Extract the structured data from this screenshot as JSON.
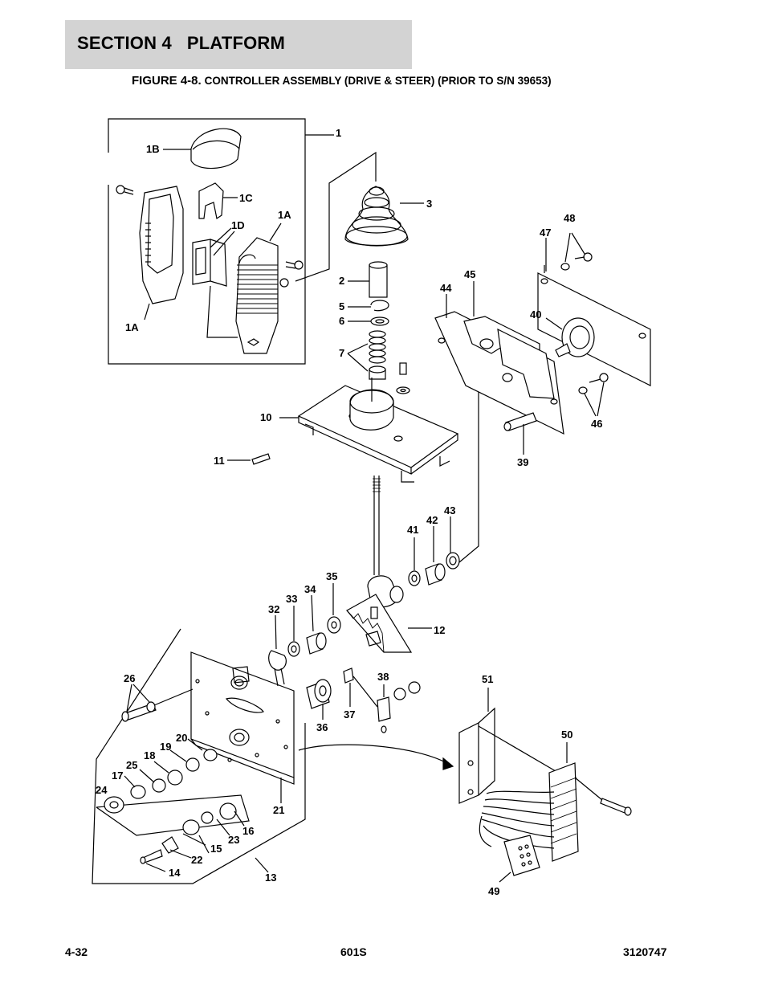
{
  "header": {
    "section_title": "SECTION 4   PLATFORM",
    "figure_number": "FIGURE 4-8.",
    "figure_title": "CONTROLLER ASSEMBLY (DRIVE & STEER) (PRIOR TO S/N 39653)"
  },
  "callouts": {
    "c1": "1",
    "c1a_top": "1A",
    "c1a_bottom": "1A",
    "c1b": "1B",
    "c1c": "1C",
    "c1d": "1D",
    "c2": "2",
    "c3": "3",
    "c5": "5",
    "c6": "6",
    "c7": "7",
    "c10": "10",
    "c11": "11",
    "c12": "12",
    "c13": "13",
    "c14": "14",
    "c15": "15",
    "c16": "16",
    "c17": "17",
    "c18": "18",
    "c19": "19",
    "c20": "20",
    "c21": "21",
    "c22": "22",
    "c23": "23",
    "c24": "24",
    "c25": "25",
    "c26": "26",
    "c32": "32",
    "c33": "33",
    "c34": "34",
    "c35": "35",
    "c36": "36",
    "c37": "37",
    "c38": "38",
    "c39": "39",
    "c40": "40",
    "c41": "41",
    "c42": "42",
    "c43": "43",
    "c44": "44",
    "c45": "45",
    "c46": "46",
    "c47": "47",
    "c48": "48",
    "c49": "49",
    "c50": "50",
    "c51": "51"
  },
  "footer": {
    "page_number": "4-32",
    "model": "601S",
    "manual_number": "3120747"
  }
}
